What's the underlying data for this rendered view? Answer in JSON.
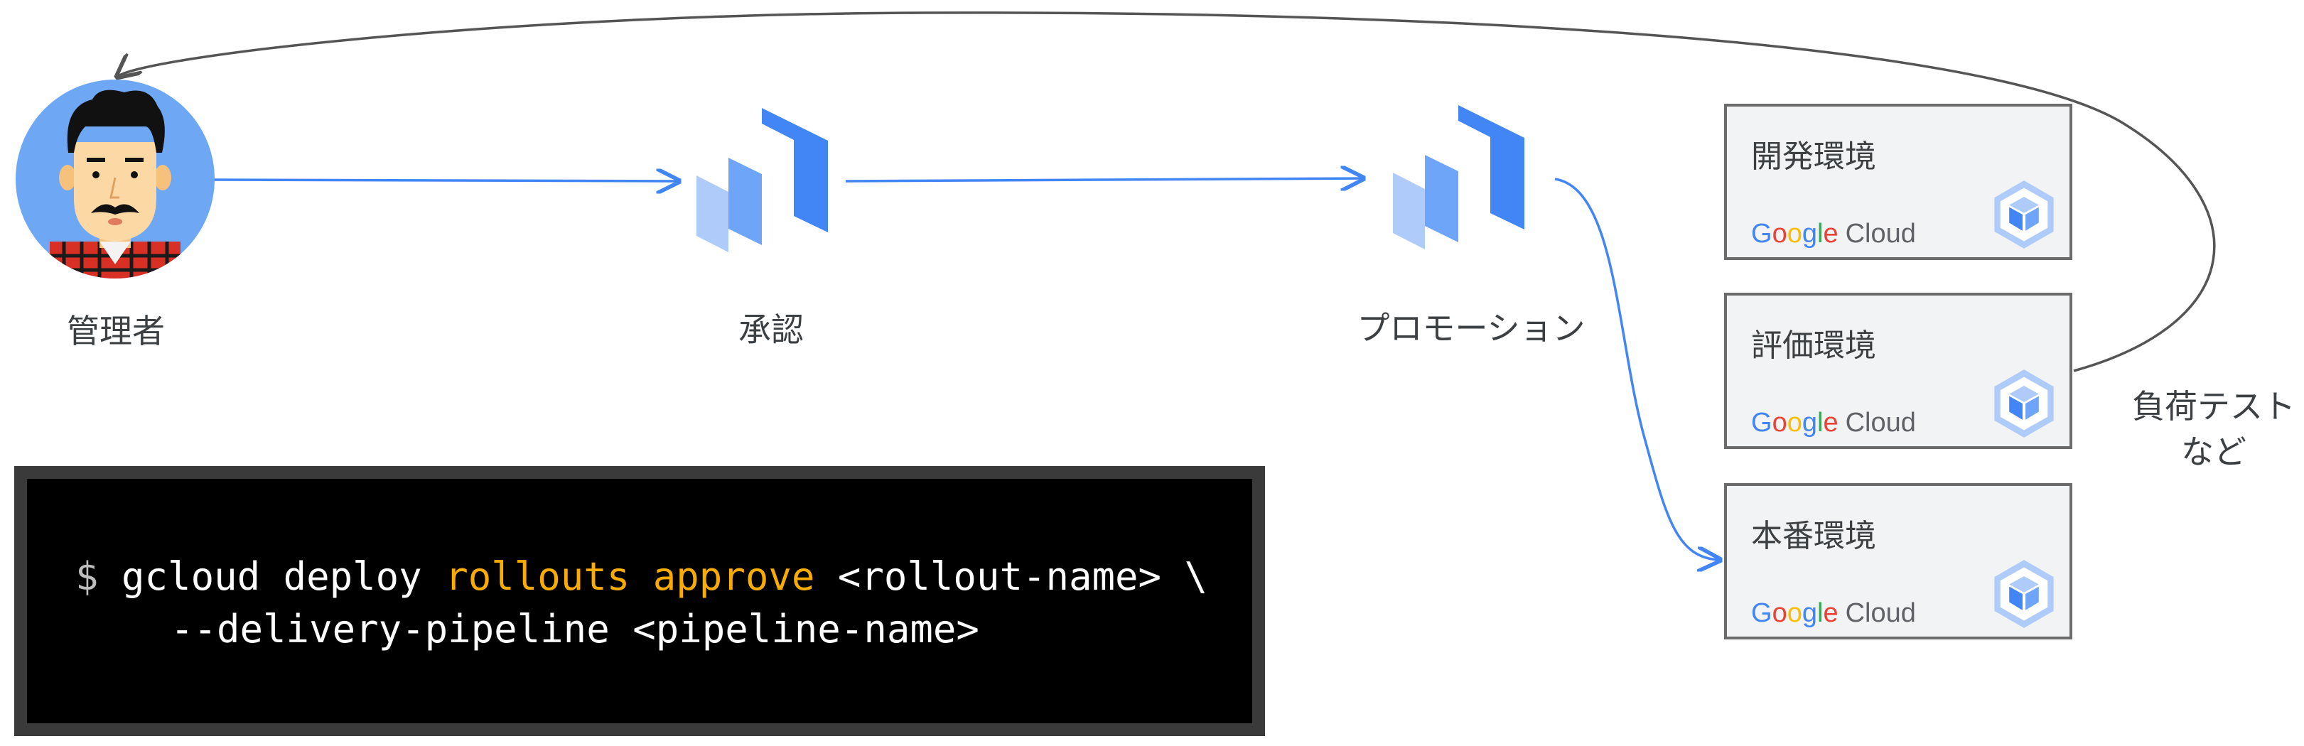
{
  "nodes": {
    "admin_label": "管理者",
    "approval_label": "承認",
    "promotion_label": "プロモーション",
    "loadtest_label_line1": "負荷テスト",
    "loadtest_label_line2": "など"
  },
  "environments": [
    {
      "title": "開発環境",
      "logo_google": "Google",
      "logo_cloud": "Cloud"
    },
    {
      "title": "評価環境",
      "logo_google": "Google",
      "logo_cloud": "Cloud"
    },
    {
      "title": "本番環境",
      "logo_google": "Google",
      "logo_cloud": "Cloud"
    }
  ],
  "terminal": {
    "prompt": "$",
    "cmd_part1": "gcloud deploy",
    "cmd_highlight": "rollouts approve",
    "cmd_part2": "<rollout-name> \\",
    "line2": "--delivery-pipeline <pipeline-name>"
  },
  "colors": {
    "arrow_blue": "#4285f4",
    "feedback_gray": "#555555",
    "avatar_bg": "#6ea8f5",
    "highlight": "#f9ab00",
    "pipeline_dark": "#4285f4",
    "pipeline_mid": "#6fa5f8",
    "pipeline_light": "#aecbfa"
  },
  "icons": {
    "admin": "person-avatar-icon",
    "pipeline": "cloud-deploy-icon",
    "environment": "gke-cube-icon"
  }
}
